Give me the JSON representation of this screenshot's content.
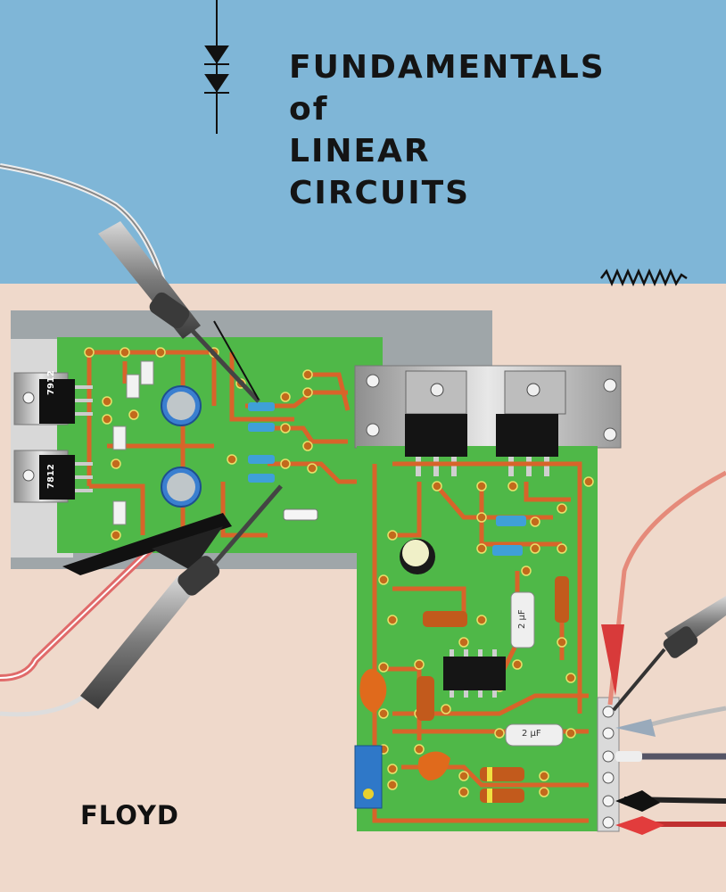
{
  "cover": {
    "title_lines": [
      "FUNDAMENTALS",
      "of",
      "LINEAR",
      "CIRCUITS"
    ],
    "author": "FLOYD",
    "component_labels": {
      "reg_left_top": "7912",
      "reg_left_bottom": "7812",
      "cap_center": "2 µF",
      "cap_right": "2 µF"
    },
    "colors": {
      "sky": "#7fb6d7",
      "background": "#efd9cb",
      "board_green": "#4fb848",
      "trace_orange": "#d8642a",
      "title_text": "#141414"
    },
    "icons": [
      "diode-symbol-icon",
      "resistor-symbol-icon",
      "oscilloscope-probe-icon"
    ]
  }
}
